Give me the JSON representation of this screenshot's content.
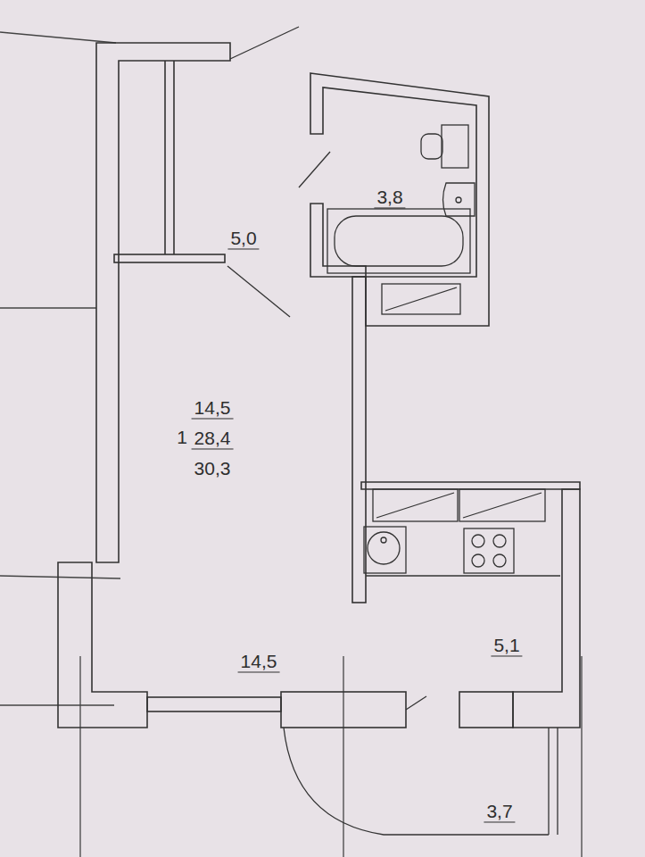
{
  "diagram": {
    "labels": [
      "5,0",
      "3,8",
      "1",
      "14,5",
      "28,4",
      "30,3",
      "14,5",
      "5,1",
      "3,7"
    ]
  }
}
